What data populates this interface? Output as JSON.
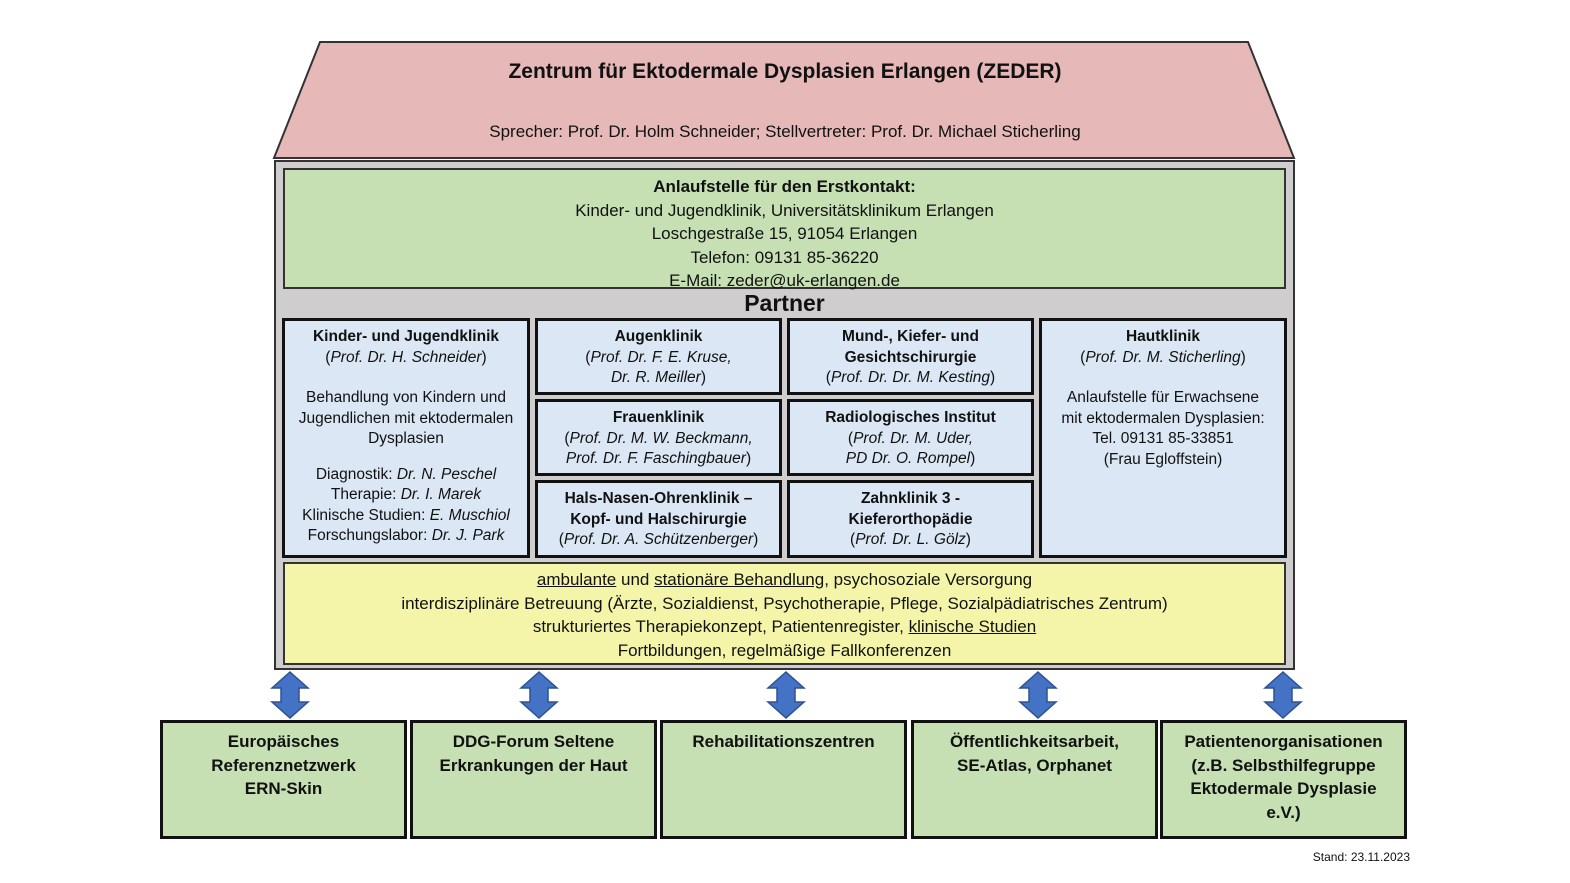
{
  "roof": {
    "title": "Zentrum für Ektodermale Dysplasien Erlangen (ZEDER)",
    "subtitle": "Sprecher: Prof. Dr. Holm Schneider; Stellvertreter: Prof. Dr. Michael Sticherling"
  },
  "contact": {
    "heading": "Anlaufstelle für den Erstkontakt:",
    "line1": "Kinder- und Jugendklinik, Universitätsklinikum Erlangen",
    "line2": "Loschgestraße 15, 91054 Erlangen",
    "line3": "Telefon: 09131 85-36220",
    "line4": "E-Mail: zeder@uk-erlangen.de"
  },
  "partner_title": "Partner",
  "kinder": {
    "title": "Kinder- und Jugendklinik",
    "lead_open": "(",
    "lead": "Prof. Dr. H. Schneider",
    "lead_close": ")",
    "desc1": "Behandlung von Kindern und",
    "desc2": "Jugendlichen mit ektodermalen",
    "desc3": "Dysplasien",
    "roles": [
      {
        "label": "Diagnostik: ",
        "name": "Dr. N. Peschel"
      },
      {
        "label": "Therapie: ",
        "name": "Dr. I. Marek"
      },
      {
        "label": "Klinische Studien: ",
        "name": "E. Muschiol"
      },
      {
        "label": "Forschungslabor: ",
        "name": "Dr. J. Park"
      }
    ]
  },
  "augen": {
    "title": "Augenklinik",
    "lead1": "Prof. Dr. F. E. Kruse,",
    "lead2": "Dr. R. Meiller"
  },
  "mund": {
    "title1": "Mund-, Kiefer- und",
    "title2": "Gesichtschirurgie",
    "lead": "Prof. Dr. Dr. M. Kesting"
  },
  "frauen": {
    "title": "Frauenklinik",
    "lead1": "Prof. Dr. M. W. Beckmann,",
    "lead2": "Prof. Dr. F. Faschingbauer"
  },
  "radio": {
    "title": "Radiologisches Institut",
    "lead1": "Prof. Dr. M. Uder,",
    "lead2": "PD Dr. O. Rompel"
  },
  "hno": {
    "title1": "Hals-Nasen-Ohrenklinik –",
    "title2": "Kopf- und Halschirurgie",
    "lead": "Prof. Dr. A. Schützenberger"
  },
  "zahn": {
    "title1": "Zahnklinik 3 -",
    "title2": "Kieferorthopädie",
    "lead": "Prof. Dr. L. Gölz"
  },
  "haut": {
    "title": "Hautklinik",
    "lead": "Prof. Dr. M. Sticherling",
    "desc1": "Anlaufstelle für Erwachsene",
    "desc2": "mit ektodermalen Dysplasien:",
    "desc3": "Tel. 09131 85-33851",
    "desc4": "(Frau Egloffstein)"
  },
  "services": {
    "l1_a": "ambulante",
    "l1_b": " und ",
    "l1_c": "stationäre Behandlung",
    "l1_d": ", psychosoziale Versorgung",
    "l2": "interdisziplinäre Betreuung (Ärzte, Sozialdienst, Psychotherapie, Pflege, Sozialpädiatrisches Zentrum)",
    "l3_a": "strukturiertes Therapiekonzept, Patientenregister, ",
    "l3_b": "klinische Studien",
    "l4": "Fortbildungen, regelmäßige Fallkonferenzen"
  },
  "bottom": [
    {
      "l1": "Europäisches",
      "l2": "Referenznetzwerk",
      "l3": "ERN-Skin",
      "l4": ""
    },
    {
      "l1": "DDG-Forum Seltene",
      "l2": "Erkrankungen der Haut",
      "l3": "",
      "l4": ""
    },
    {
      "l1": "Rehabilitationszentren",
      "l2": "",
      "l3": "",
      "l4": ""
    },
    {
      "l1": "Öffentlichkeitsarbeit,",
      "l2": "SE-Atlas, Orphanet",
      "l3": "",
      "l4": ""
    },
    {
      "l1": "Patientenorganisationen",
      "l2": "(z.B. Selbsthilfegruppe",
      "l3": "Ektodermale Dysplasie",
      "l4": "e.V.)"
    }
  ],
  "stand": "Stand: 23.11.2023",
  "colors": {
    "roof": "#e6b9b8",
    "contact_green": "#c6e0b4",
    "partner_blue": "#dbe7f4",
    "services_yellow": "#f5f5a9",
    "house_gray": "#cfcdcd",
    "arrow_blue": "#4472c4"
  }
}
